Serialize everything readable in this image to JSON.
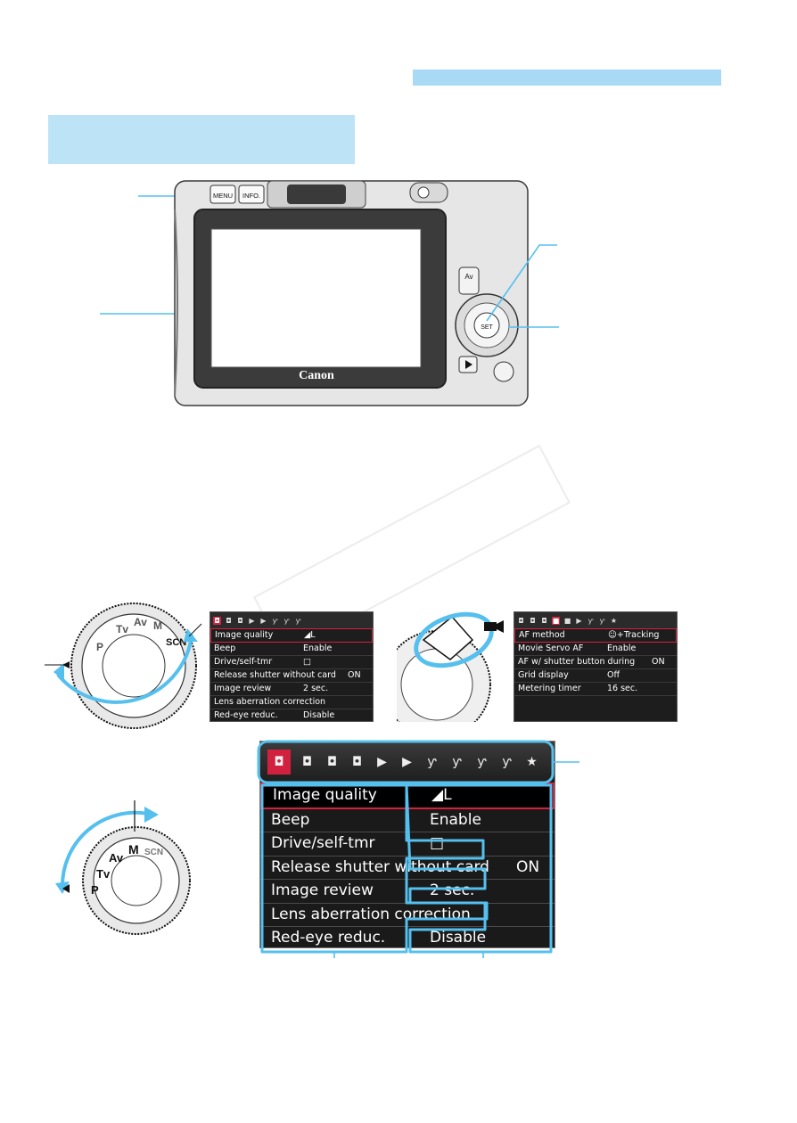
{
  "camera": {
    "buttons": {
      "menu": "MENU",
      "info": "INFO.",
      "av": "Av",
      "set": "SET"
    },
    "brand": "Canon"
  },
  "mode_dial_1": {
    "labels": [
      "Tv",
      "Av",
      "M",
      "SCN",
      "P"
    ]
  },
  "mode_dial_2": {
    "labels": [
      "M",
      "Av",
      "Tv",
      "P",
      "SCN"
    ]
  },
  "menu_small_1": {
    "items": [
      {
        "label": "Image quality",
        "value": "◢L"
      },
      {
        "label": "Beep",
        "value": "Enable"
      },
      {
        "label": "Drive/self-tmr",
        "value": "□"
      },
      {
        "label": "Release shutter without card",
        "value": "ON"
      },
      {
        "label": "Image review",
        "value": "2 sec."
      },
      {
        "label": "Lens aberration correction",
        "value": ""
      },
      {
        "label": "Red-eye reduc.",
        "value": "Disable"
      }
    ]
  },
  "menu_small_2": {
    "items": [
      {
        "label": "AF method",
        "value": "☺+Tracking"
      },
      {
        "label": "Movie Servo AF",
        "value": "Enable"
      },
      {
        "label": "AF w/ shutter button during",
        "value": "ON"
      },
      {
        "label": "Grid display",
        "value": "Off"
      },
      {
        "label": "Metering timer",
        "value": "16 sec."
      }
    ]
  },
  "menu_large": {
    "items": [
      {
        "label": "Image quality",
        "value": "◢L"
      },
      {
        "label": "Beep",
        "value": "Enable"
      },
      {
        "label": "Drive/self-tmr",
        "value": "□"
      },
      {
        "label": "Release shutter without card",
        "value": "ON"
      },
      {
        "label": "Image review",
        "value": "2 sec."
      },
      {
        "label": "Lens aberration correction",
        "value": ""
      },
      {
        "label": "Red-eye reduc.",
        "value": "Disable"
      }
    ]
  },
  "colors": {
    "accent_blue": "#55c0ee",
    "selection_red": "#d2213f",
    "lcd_bg": "#1a1a1a"
  }
}
